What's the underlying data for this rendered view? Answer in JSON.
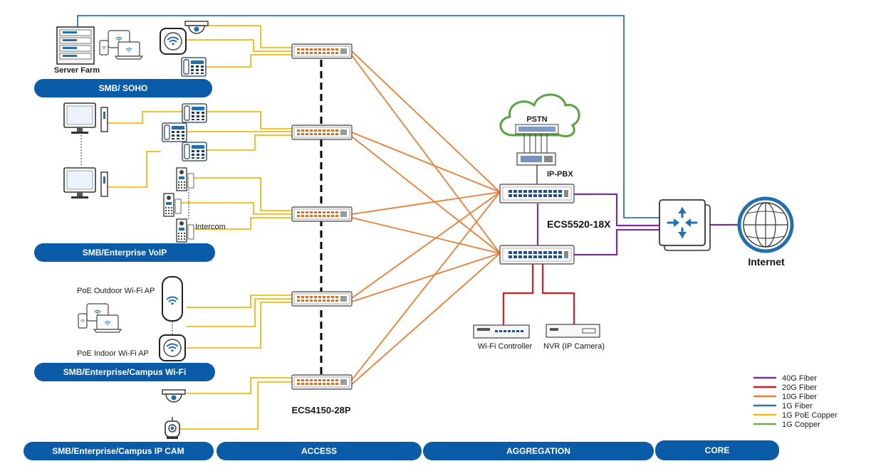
{
  "colors": {
    "fiber40g": "#7030a0",
    "fiber20g": "#e01a1a",
    "fiber10g": "#ed7d31",
    "fiber1g": "#2e75b6",
    "poe_copper": "#f2b90f",
    "copper": "#70ad47",
    "pill": "#0a5ba8"
  },
  "sections": {
    "smb_soho": "SMB/ SOHO",
    "voip": "SMB/Enterprise VoIP",
    "wifi": "SMB/Enterprise/Campus Wi-Fi",
    "ipcam": "SMB/Enterprise/Campus IP CAM"
  },
  "layers": {
    "access": "ACCESS",
    "aggregation": "AGGREGATION",
    "core": "CORE"
  },
  "labels": {
    "server_farm": "Server Farm",
    "intercom": "Intercom",
    "poe_outdoor_ap": "PoE  Outdoor  Wi-Fi AP",
    "poe_indoor_ap": "PoE  Indoor  Wi-Fi AP",
    "access_switch": "ECS4150-28P",
    "pstn": "PSTN",
    "ip_pbx": "IP-PBX",
    "aggregation_switch": "ECS5520-18X",
    "wifi_controller": "Wi-Fi Controller",
    "nvr": "NVR (IP Camera)",
    "internet": "Internet"
  },
  "legend": [
    {
      "label": "40G Fiber",
      "color": "#7030a0"
    },
    {
      "label": "20G Fiber",
      "color": "#e01a1a"
    },
    {
      "label": "10G Fiber",
      "color": "#ed7d31"
    },
    {
      "label": "1G Fiber",
      "color": "#2e75b6"
    },
    {
      "label": "1G PoE Copper",
      "color": "#f2b90f"
    },
    {
      "label": "1G Copper",
      "color": "#70ad47"
    }
  ]
}
